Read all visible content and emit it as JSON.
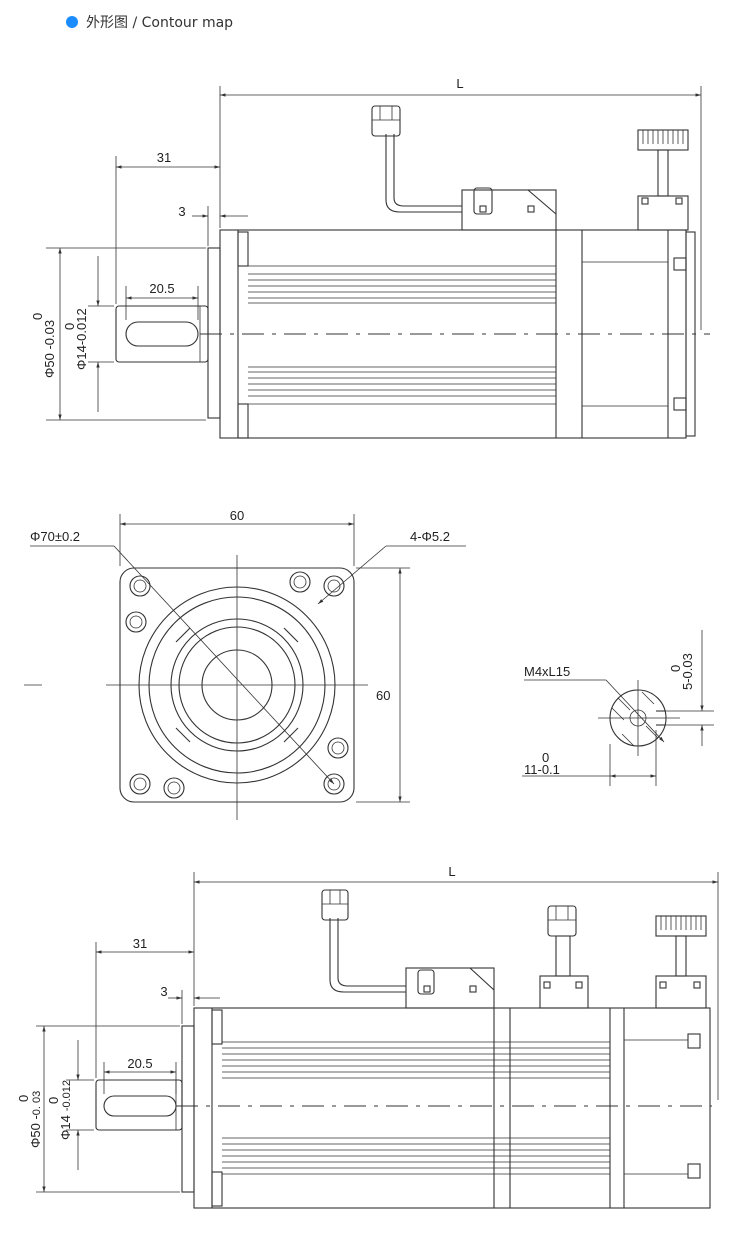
{
  "header": {
    "title": "外形图 / Contour map",
    "dot_color": "#1a8cff"
  },
  "side_view_top": {
    "length_label": "L",
    "shaft_length": "31",
    "flange_thickness": "3",
    "key_length": "20.5",
    "spigot_dia_prefix": "Φ50 -",
    "spigot_dia_tol": "0.03",
    "spigot_dia_tol_upper": "0",
    "shaft_dia_prefix": "Φ14-",
    "shaft_dia_tol": "0.012",
    "shaft_dia_tol_upper": "0"
  },
  "front_view": {
    "bolt_circle": "Φ70±0.2",
    "width": "60",
    "height": "60",
    "holes": "4-Φ5.2"
  },
  "shaft_section": {
    "thread": "M4xL15",
    "key_width": "5-0.03",
    "key_width_upper": "0",
    "depth": "11-0.1",
    "depth_upper": "0"
  },
  "side_view_bottom": {
    "length_label": "L",
    "shaft_length": "31",
    "flange_thickness": "3",
    "key_length": "20.5",
    "spigot_dia_prefix": "Φ50 -",
    "spigot_dia_tol": "0. 03",
    "spigot_dia_tol_upper": "0",
    "shaft_dia_prefix": "Φ14",
    "shaft_dia_tol": "-0.012",
    "shaft_dia_tol_upper": "0"
  }
}
